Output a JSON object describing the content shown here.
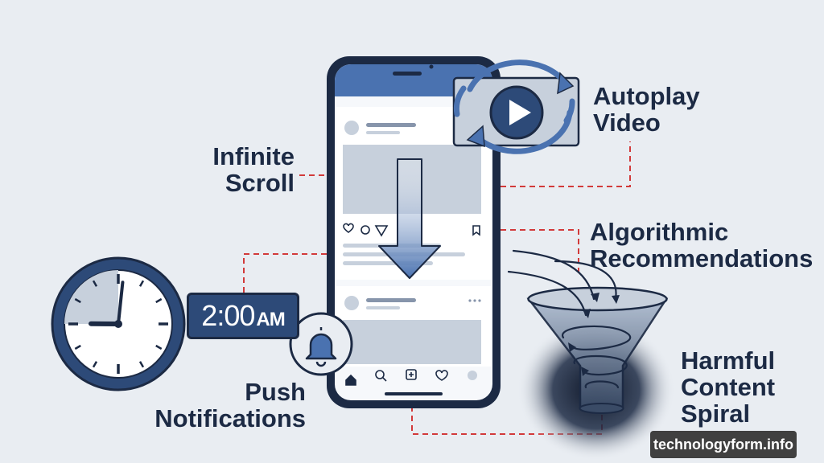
{
  "labels": {
    "infinite_scroll": [
      "Infinite",
      "Scroll"
    ],
    "autoplay_video": [
      "Autoplay",
      "Video"
    ],
    "algorithmic_recommendations": [
      "Algorithmic",
      "Recommendations"
    ],
    "harmful_content_spiral": [
      "Harmful",
      "Content",
      "Spiral"
    ],
    "push_notifications": [
      "Push",
      "Notifications"
    ]
  },
  "clock": {
    "time": "2:00",
    "ampm": "AM",
    "hour": 9,
    "minute": 1
  },
  "watermark": "technologyform.info",
  "colors": {
    "background": "#e9edf2",
    "ink": "#1c2a44",
    "accent_blue": "#2d4a78",
    "mid_blue": "#4a72b0",
    "connector_red": "#d23a3a",
    "placeholder_gray": "#c7d0dc"
  },
  "icons": {
    "bell": "bell-icon",
    "play": "play-icon",
    "home": "home-icon",
    "search": "search-icon",
    "add": "add-icon",
    "heart": "heart-icon",
    "comment": "comment-icon",
    "share": "share-icon",
    "bookmark": "bookmark-icon",
    "profile": "profile-icon"
  }
}
